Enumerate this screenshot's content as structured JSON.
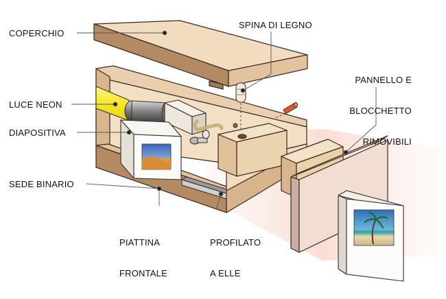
{
  "labels": {
    "coperchio": "COPERCHIO",
    "spina_di_legno": "SPINA DI LEGNO",
    "luce_neon": "LUCE NEON",
    "diapositiva": "DIAPOSITIVA",
    "sede_binario": "SEDE BINARIO",
    "pannello_line1": "PANNELLO E",
    "pannello_line2": "BLOCCHETTO",
    "pannello_line3": "RIMOVIBILI",
    "piattina_line1": "PIATTINA",
    "piattina_line2": "FRONTALE",
    "profilato_line1": "PROFILATO",
    "profilato_line2": "A ELLE"
  },
  "colors": {
    "wood_light": "#f1dcc0",
    "wood_mid": "#e2c39d",
    "wood_dark": "#b48a63",
    "neon_yellow": "#f7ee3a",
    "glow": "#f4b7a4",
    "panel": "#f2ddd2",
    "outline": "#3a2a20"
  }
}
